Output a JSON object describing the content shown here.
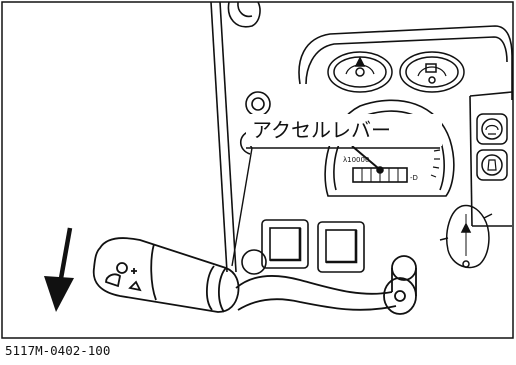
{
  "callout": {
    "label": "アクセルレバー"
  },
  "figure": {
    "code": "5117M-0402-100"
  },
  "gauge": {
    "unit_text": "λ10000",
    "odometer_suffix": "-D"
  }
}
